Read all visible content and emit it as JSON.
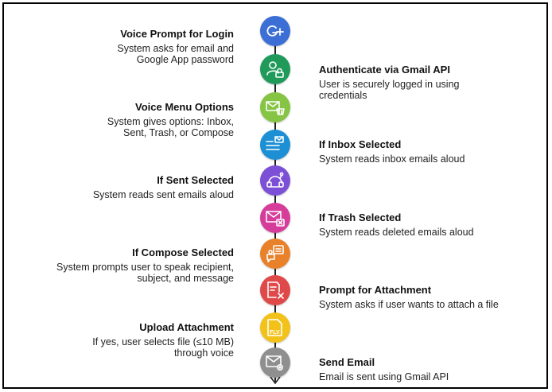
{
  "steps": [
    {
      "side": "left",
      "title": "Voice Prompt for Login",
      "desc": "System asks for email and Google App password",
      "color": "#3b6fd6",
      "icon": "google-plus-icon"
    },
    {
      "side": "right",
      "title": "Authenticate via Gmail API",
      "desc": "User is securely logged in using credentials",
      "color": "#1f9a5a",
      "icon": "user-lock-icon"
    },
    {
      "side": "left",
      "title": "Voice Menu Options",
      "desc": "System gives options: Inbox, Sent, Trash, or Compose",
      "color": "#86c443",
      "icon": "mail-basket-icon"
    },
    {
      "side": "right",
      "title": "If Inbox Selected",
      "desc": "System reads inbox emails aloud",
      "color": "#1d8fd4",
      "icon": "inbox-list-icon"
    },
    {
      "side": "left",
      "title": "If Sent Selected",
      "desc": "System reads sent emails aloud",
      "color": "#7b4fd6",
      "icon": "speaker-icon"
    },
    {
      "side": "right",
      "title": "If Trash Selected",
      "desc": "System reads deleted emails aloud",
      "color": "#d63c9a",
      "icon": "mail-x-icon"
    },
    {
      "side": "left",
      "title": "If Compose Selected",
      "desc": "System prompts user to speak recipient, subject, and message",
      "color": "#e8812a",
      "icon": "compose-chat-icon"
    },
    {
      "side": "right",
      "title": "Prompt for Attachment",
      "desc": "System asks if user wants to attach a file",
      "color": "#e0494a",
      "icon": "file-x-icon"
    },
    {
      "side": "left",
      "title": "Upload Attachment",
      "desc": "If yes, user selects file (≤10 MB) through voice",
      "color": "#f2c21a",
      "icon": "flv-file-icon"
    },
    {
      "side": "right",
      "title": "Send Email",
      "desc": "Email is sent using Gmail API",
      "color": "#8f8f8f",
      "icon": "mail-gear-icon"
    }
  ]
}
